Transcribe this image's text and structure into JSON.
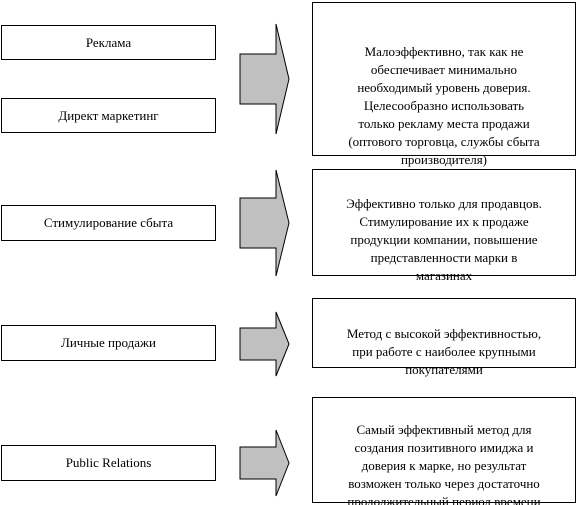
{
  "methods": [
    "Реклама",
    "Директ маркетинг",
    "Стимулирование сбыта",
    "Личные продажи",
    "Public Relations"
  ],
  "descriptions": [
    "Малоэффективно, так как не\nобеспечивает минимально\nнеобходимый уровень доверия.\nЦелесообразно использовать\nтолько рекламу места продажи\n(оптового торговца, службы сбыта\nпроизводителя)",
    "Эффективно только для продавцов.\nСтимулирование их к продаже\nпродукции компании, повышение\nпредставленности марки в\nмагазинах",
    "Метод с высокой эффективностью,\nпри работе с наиболее крупными\nпокупателями",
    "Самый эффективный метод для\nсоздания позитивного имиджа и\nдоверия к марке, но результат\nвозможен только через достаточно\nпродолжительный период времени"
  ]
}
